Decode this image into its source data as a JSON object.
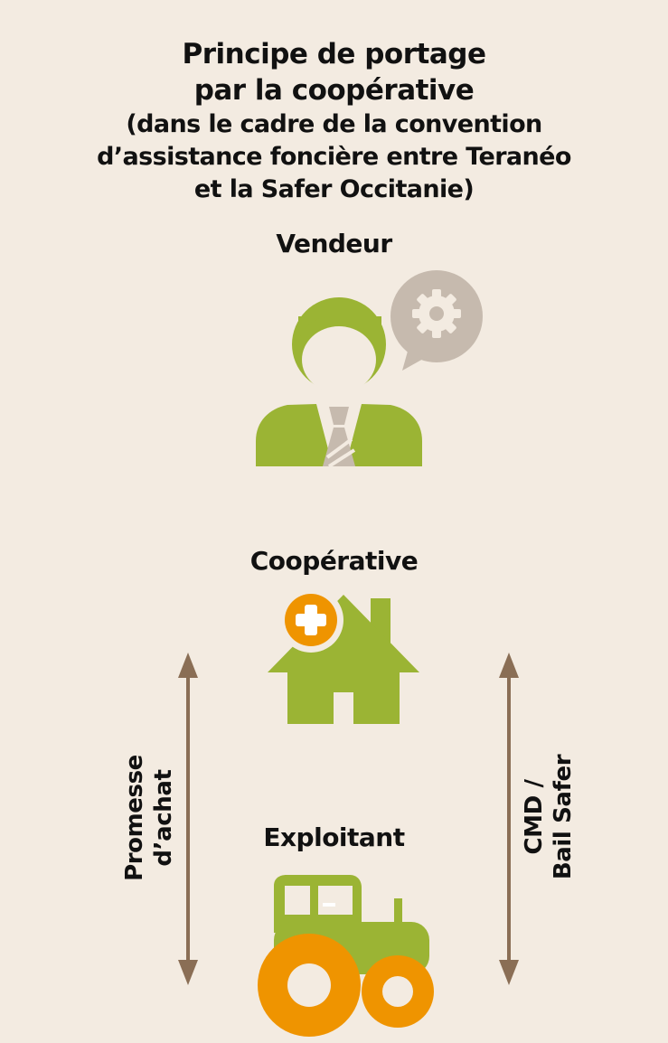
{
  "title": {
    "line1": "Principe de portage",
    "line2": "par la coopérative",
    "line3": "(dans le cadre de la convention",
    "line4": "d’assistance foncière entre Teranéo",
    "line5": "et la Safer Occitanie)"
  },
  "nodes": {
    "vendeur": "Vendeur",
    "cooperative": "Coopérative",
    "exploitant": "Exploitant"
  },
  "arrows": {
    "left": {
      "line1": "Promesse",
      "line2": "d’achat"
    },
    "right": {
      "line1": "CMD /",
      "line2": "Bail Safer"
    }
  },
  "colors": {
    "background": "#f3ebe1",
    "green": "#9bb434",
    "orange": "#ef9400",
    "brown": "#8a6e55",
    "grey": "#c6baae"
  }
}
